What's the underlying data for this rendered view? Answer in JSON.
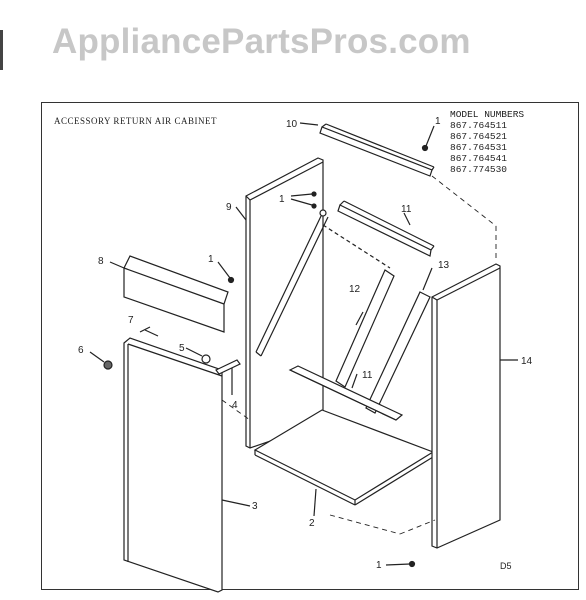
{
  "watermark": "AppliancePartsPros.com",
  "title": "ACCESSORY RETURN AIR CABINET",
  "model_heading": "MODEL NUMBERS",
  "models": [
    "867.764511",
    "867.764521",
    "867.764531",
    "867.764541",
    "867.774530"
  ],
  "footer_code": "D5",
  "callouts": {
    "c1a": "1",
    "c1b": "1",
    "c1c": "1",
    "c1d": "1",
    "c2": "2",
    "c3": "3",
    "c4": "4",
    "c5": "5",
    "c6": "6",
    "c7": "7",
    "c8": "8",
    "c9": "9",
    "c10": "10",
    "c11a": "11",
    "c11b": "11",
    "c12": "12",
    "c13": "13",
    "c14": "14"
  }
}
